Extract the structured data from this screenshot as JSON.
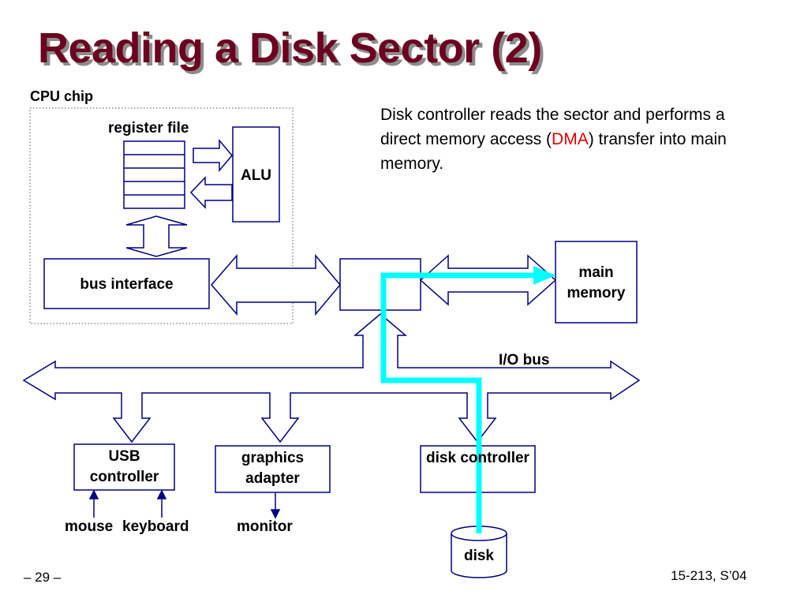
{
  "slide": {
    "title": "Reading a Disk Sector (2)",
    "page_number": "– 29 –",
    "course": "15-213, S’04"
  },
  "description": {
    "prefix": "Disk controller reads the sector and performs a direct memory access (",
    "highlight": "DMA",
    "suffix": ") transfer into main memory.",
    "highlight_color": "#e00000"
  },
  "diagram": {
    "cpu_chip_label": "CPU chip",
    "register_file_label": "register file",
    "alu_label": "ALU",
    "bus_interface_label": "bus interface",
    "main_memory_label": "main memory",
    "io_bus_label": "I/O bus",
    "usb_controller_label": "USB controller",
    "graphics_adapter_label": "graphics adapter",
    "disk_controller_label": "disk controller",
    "mouse_label": "mouse",
    "keyboard_label": "keyboard",
    "monitor_label": "monitor",
    "disk_label": "disk"
  },
  "colors": {
    "title": "#6b0020",
    "dma_path": "#00ffff",
    "outline": "#000080"
  }
}
